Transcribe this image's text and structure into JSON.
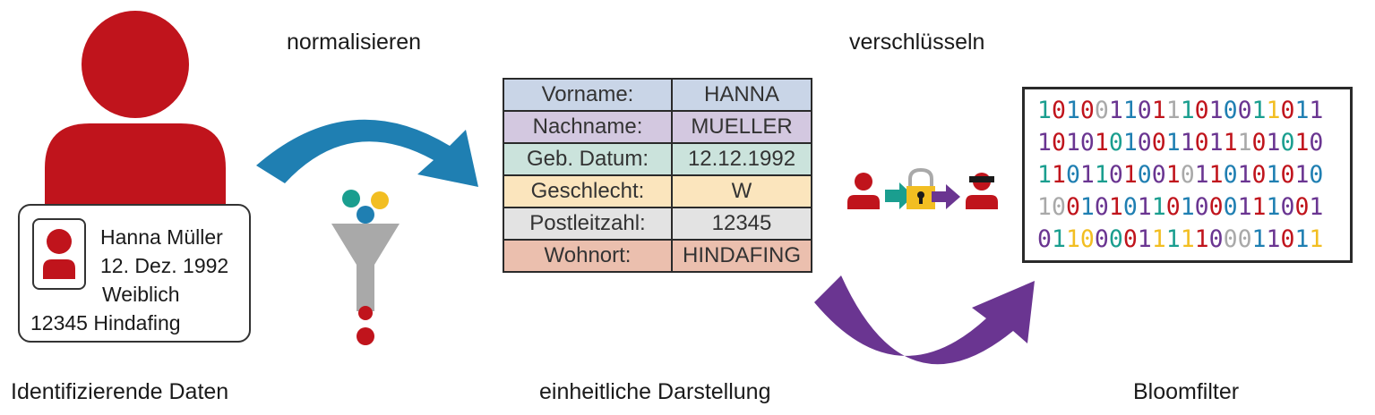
{
  "colors": {
    "red": "#c0141c",
    "blue": "#1f7fb2",
    "purple": "#6a3591",
    "teal": "#1a9e8f",
    "yellow": "#f2be22",
    "gray": "#a9a9a9"
  },
  "captions": {
    "identifying": "Identifizierende Daten",
    "normalize": "normalisieren",
    "uniform": "einheitliche Darstellung",
    "encrypt": "verschlüsseln",
    "bloom": "Bloomfilter"
  },
  "card": {
    "name": "Hanna Müller",
    "birth": "12. Dez. 1992",
    "gender": "Weiblich",
    "address": "12345 Hindafing"
  },
  "table": {
    "rows": [
      {
        "key": "Vorname:",
        "value": "HANNA",
        "bg": "#c9d5e7"
      },
      {
        "key": "Nachname:",
        "value": "MUELLER",
        "bg": "#d3c8e0"
      },
      {
        "key": "Geb. Datum:",
        "value": "12.12.1992",
        "bg": "#cbe3dc"
      },
      {
        "key": "Geschlecht:",
        "value": "W",
        "bg": "#fbe5bd"
      },
      {
        "key": "Postleitzahl:",
        "value": "12345",
        "bg": "#e3e3e3"
      },
      {
        "key": "Wohnort:",
        "value": "HINDAFING",
        "bg": "#ebbfae"
      }
    ]
  },
  "bloom": {
    "rows": [
      [
        [
          "1",
          "teal"
        ],
        [
          "0",
          "red"
        ],
        [
          "1",
          "blue"
        ],
        [
          "0",
          "red"
        ],
        [
          "0",
          "gray"
        ],
        [
          "1",
          "purple"
        ],
        [
          "1",
          "blue"
        ],
        [
          "0",
          "purple"
        ],
        [
          "1",
          "red"
        ],
        [
          "1",
          "gray"
        ],
        [
          "1",
          "teal"
        ],
        [
          "0",
          "red"
        ],
        [
          "1",
          "purple"
        ],
        [
          "0",
          "blue"
        ],
        [
          "0",
          "purple"
        ],
        [
          "1",
          "teal"
        ],
        [
          "1",
          "yellow"
        ],
        [
          "0",
          "red"
        ],
        [
          "1",
          "blue"
        ],
        [
          "1",
          "purple"
        ]
      ],
      [
        [
          "1",
          "purple"
        ],
        [
          "0",
          "red"
        ],
        [
          "1",
          "purple"
        ],
        [
          "0",
          "purple"
        ],
        [
          "1",
          "red"
        ],
        [
          "0",
          "teal"
        ],
        [
          "1",
          "blue"
        ],
        [
          "0",
          "purple"
        ],
        [
          "0",
          "red"
        ],
        [
          "1",
          "blue"
        ],
        [
          "1",
          "purple"
        ],
        [
          "0",
          "red"
        ],
        [
          "1",
          "purple"
        ],
        [
          "1",
          "red"
        ],
        [
          "1",
          "gray"
        ],
        [
          "0",
          "red"
        ],
        [
          "1",
          "purple"
        ],
        [
          "0",
          "teal"
        ],
        [
          "1",
          "red"
        ],
        [
          "0",
          "purple"
        ]
      ],
      [
        [
          "1",
          "teal"
        ],
        [
          "1",
          "red"
        ],
        [
          "0",
          "blue"
        ],
        [
          "1",
          "purple"
        ],
        [
          "1",
          "teal"
        ],
        [
          "0",
          "purple"
        ],
        [
          "1",
          "red"
        ],
        [
          "0",
          "blue"
        ],
        [
          "0",
          "purple"
        ],
        [
          "1",
          "red"
        ],
        [
          "0",
          "gray"
        ],
        [
          "1",
          "purple"
        ],
        [
          "1",
          "red"
        ],
        [
          "0",
          "blue"
        ],
        [
          "1",
          "purple"
        ],
        [
          "0",
          "red"
        ],
        [
          "1",
          "blue"
        ],
        [
          "0",
          "red"
        ],
        [
          "1",
          "purple"
        ],
        [
          "0",
          "blue"
        ]
      ],
      [
        [
          "1",
          "gray"
        ],
        [
          "0",
          "gray"
        ],
        [
          "0",
          "red"
        ],
        [
          "1",
          "blue"
        ],
        [
          "0",
          "purple"
        ],
        [
          "1",
          "red"
        ],
        [
          "0",
          "blue"
        ],
        [
          "1",
          "purple"
        ],
        [
          "1",
          "teal"
        ],
        [
          "0",
          "red"
        ],
        [
          "1",
          "blue"
        ],
        [
          "0",
          "purple"
        ],
        [
          "0",
          "red"
        ],
        [
          "0",
          "blue"
        ],
        [
          "1",
          "purple"
        ],
        [
          "1",
          "red"
        ],
        [
          "1",
          "blue"
        ],
        [
          "0",
          "purple"
        ],
        [
          "0",
          "red"
        ],
        [
          "1",
          "purple"
        ]
      ],
      [
        [
          "0",
          "purple"
        ],
        [
          "1",
          "teal"
        ],
        [
          "1",
          "yellow"
        ],
        [
          "0",
          "yellow"
        ],
        [
          "0",
          "purple"
        ],
        [
          "0",
          "teal"
        ],
        [
          "0",
          "red"
        ],
        [
          "1",
          "purple"
        ],
        [
          "1",
          "yellow"
        ],
        [
          "1",
          "teal"
        ],
        [
          "1",
          "yellow"
        ],
        [
          "1",
          "red"
        ],
        [
          "0",
          "purple"
        ],
        [
          "0",
          "gray"
        ],
        [
          "0",
          "gray"
        ],
        [
          "1",
          "blue"
        ],
        [
          "1",
          "purple"
        ],
        [
          "0",
          "red"
        ],
        [
          "1",
          "blue"
        ],
        [
          "1",
          "yellow"
        ]
      ]
    ]
  }
}
